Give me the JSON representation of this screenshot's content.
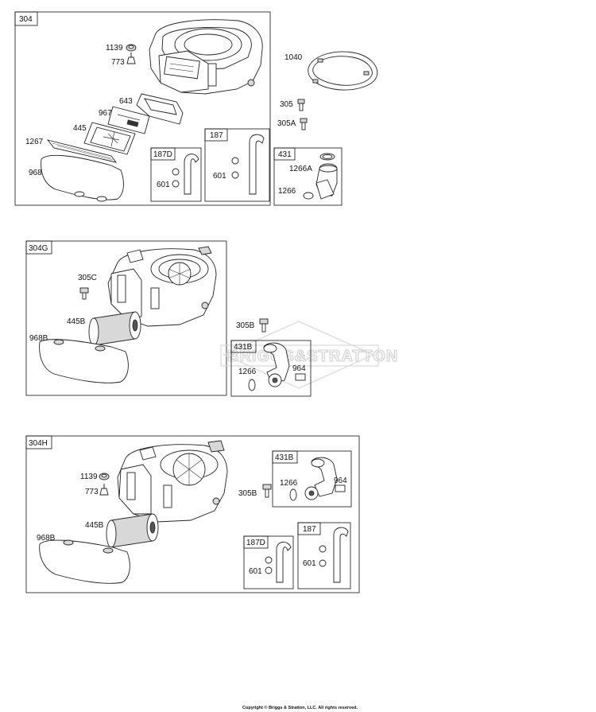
{
  "diagram": {
    "sections": {
      "s304": {
        "box": "304",
        "labels": {
          "p1139": "1139",
          "p773": "773",
          "p643": "643",
          "p967": "967",
          "p445": "445",
          "p1267": "1267",
          "p968": "968"
        },
        "sub187d": {
          "box": "187D",
          "p601": "601"
        },
        "sub187": {
          "box": "187",
          "p601": "601"
        }
      },
      "ring": {
        "p1040": "1040",
        "p305": "305",
        "p305a": "305A"
      },
      "s431": {
        "box": "431",
        "p1266a": "1266A",
        "p1266": "1266"
      },
      "s304g": {
        "box": "304G",
        "labels": {
          "p305c": "305C",
          "p445b": "445B",
          "p968b": "968B"
        }
      },
      "mid": {
        "p305b": "305B"
      },
      "s431b_mid": {
        "box": "431B",
        "p1266": "1266",
        "p964": "964"
      },
      "s304h": {
        "box": "304H",
        "labels": {
          "p1139": "1139",
          "p773": "773",
          "p445b": "445B",
          "p968b": "968B",
          "p305b": "305B"
        },
        "sub431b": {
          "box": "431B",
          "p1266": "1266",
          "p964": "964"
        },
        "sub187d": {
          "box": "187D",
          "p601": "601"
        },
        "sub187": {
          "box": "187",
          "p601": "601"
        }
      }
    },
    "watermark": "BRIGGS&STRATTON",
    "copyright": "Copyright © Briggs & Stratton, LLC. All rights reserved."
  }
}
